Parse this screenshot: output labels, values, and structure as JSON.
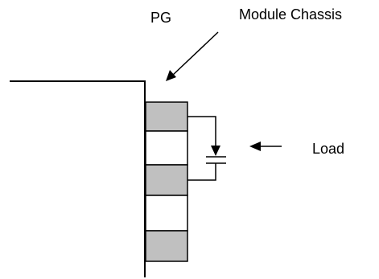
{
  "labels": {
    "pg": "PG",
    "module_chassis": "Module Chassis",
    "load": "Load"
  },
  "colors": {
    "line": "#000000",
    "module_fill": "#c0c0c0",
    "slot_fill": "#ffffff"
  },
  "chassis": {
    "slot_count": 5,
    "slot_pattern": [
      "module",
      "empty",
      "module",
      "empty",
      "module"
    ]
  }
}
